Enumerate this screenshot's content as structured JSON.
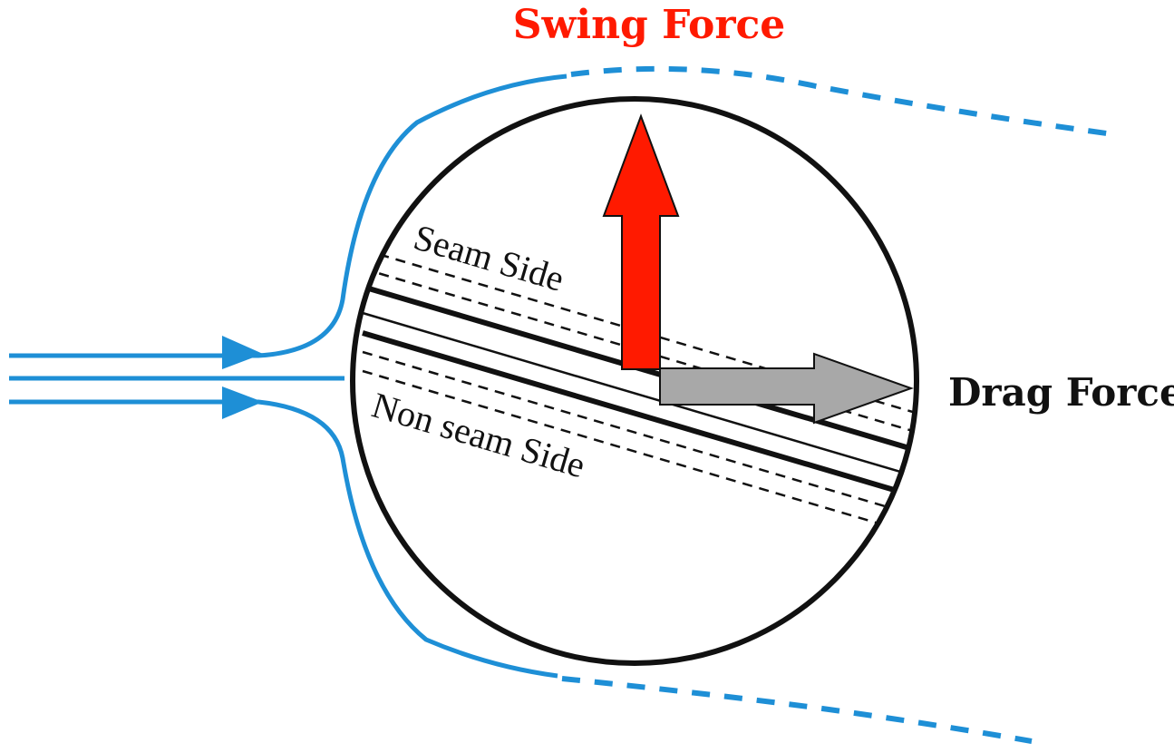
{
  "labels": {
    "swing_force": "Swing Force",
    "drag_force": "Drag Force",
    "seam_side": "Seam Side",
    "non_seam_side": "Non seam Side"
  },
  "colors": {
    "flow": "#1e8fd6",
    "swing_arrow": "#ff1a00",
    "swing_label": "#ff1a00",
    "drag_arrow": "#a8a8a8",
    "outline": "#111111",
    "text": "#111111"
  }
}
